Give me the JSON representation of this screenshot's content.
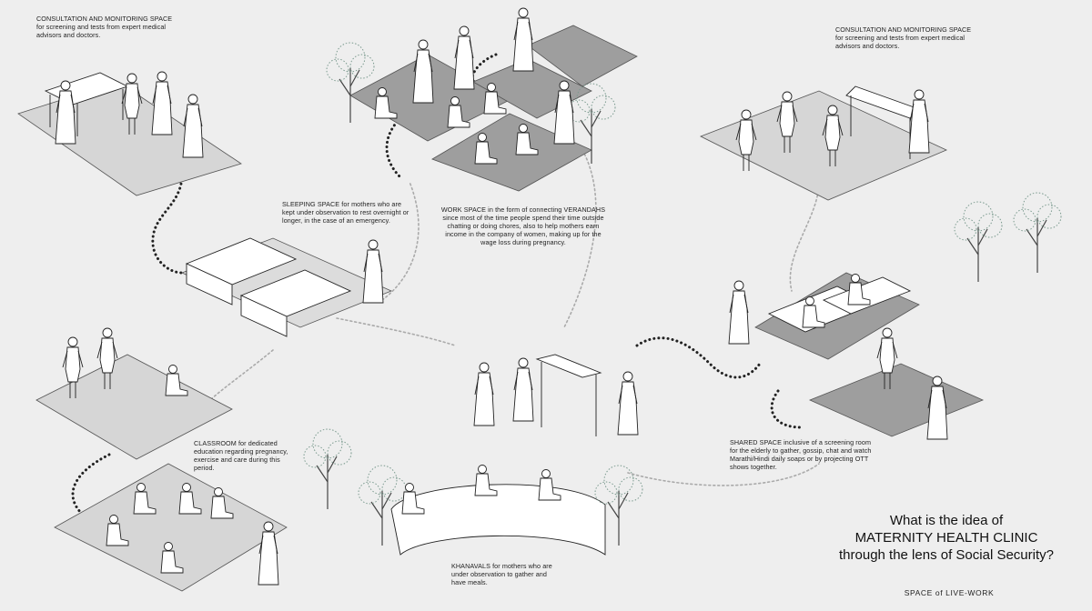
{
  "notes": {
    "consult_left": {
      "keyword": "CONSULTATION and MONITORING SPACE",
      "text": " for screening and tests from expert medical advisors and doctors."
    },
    "consult_right": {
      "keyword": "CONSULTATION and MONITORING SPACE",
      "text": " for screening and tests from expert medical advisors and doctors."
    },
    "sleeping": {
      "keyword": "SLEEPING SPACE",
      "text": " for mothers who are kept under observation to rest overnight or longer, in the case of an emergency."
    },
    "work": {
      "keyword": "WORK SPACE",
      "text": " in the form of connecting VERANDAHS since most of the time people spend their time outside chatting or doing chores, also to help mothers earn income in the company of women, making up for the wage loss during pregnancy."
    },
    "classroom": {
      "keyword": "CLASSROOM",
      "text": " for dedicated education regarding pregnancy, exercise and care during this period."
    },
    "shared": {
      "keyword": "SHARED SPACE",
      "text": " inclusive of a screening room for the elderly to gather, gossip, chat and watch Marathi/Hindi daily soaps or by projecting OTT shows together."
    },
    "khanavals": {
      "keyword": "KHANAVALS",
      "text": " for mothers who are under observation to gather and have meals."
    }
  },
  "heading": {
    "line1": "What is the idea of",
    "line2": "MATERNITY HEALTH CLINIC",
    "line3": "through the lens of Social Security?"
  },
  "footer": {
    "label": "SPACE of LIVE-WORK"
  },
  "colors": {
    "background": "#eeeeee",
    "platform": "#9e9e9e",
    "platform_light": "#d2d2d2",
    "tree": "#7a9a8e",
    "line": "#222222"
  }
}
